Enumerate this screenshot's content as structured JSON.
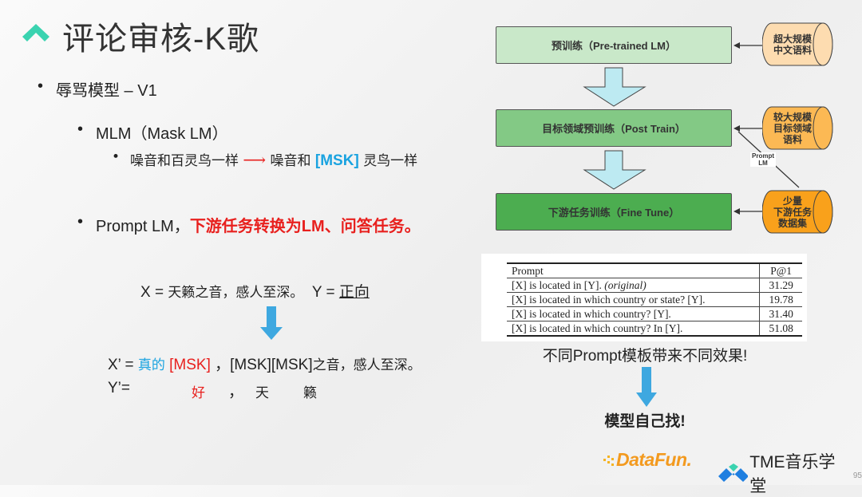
{
  "title": "评论审核-K歌",
  "bullets": {
    "b1": "辱骂模型 – V1",
    "b2": "MLM（Mask LM）",
    "b3_a": "噪音和百灵鸟一样",
    "b3_arrow": "⟶",
    "b3_b": "噪音和",
    "b3_msk": "[MSK]",
    "b3_c": "灵鸟一样",
    "b4_a": "Prompt LM，",
    "b4_b": "下游任务转换为LM、问答任务。"
  },
  "example": {
    "x_label": "X = ",
    "x_text": "天籁之音，感人至深。",
    "y_label": "Y = ",
    "y_value": "正向",
    "xp_label": "X’ = ",
    "xp_prompt": "真的",
    "xp_msk": "[MSK]",
    "xp_rest1": "，[MSK][MSK]",
    "xp_rest2": "之音，感人至深。",
    "yp_label": "Y’=",
    "yp_1": "好",
    "yp_2": "，",
    "yp_3": "天",
    "yp_4": "籁"
  },
  "diagram": {
    "stages": [
      "预训练（Pre-trained LM）",
      "目标领域预训练（Post Train）",
      "下游任务训练（Fine Tune）"
    ],
    "sources": [
      [
        "超大规模",
        "中文语料"
      ],
      [
        "较大规模",
        "目标领域",
        "语料"
      ],
      [
        "少量",
        "下游任务",
        "数据集"
      ]
    ],
    "prompt_label": [
      "Prompt",
      "LM"
    ],
    "stage_colors": [
      "#c9e8c9",
      "#83c985",
      "#4cad50"
    ],
    "source_colors": [
      "#fddcb0",
      "#fcb954",
      "#f9a11b"
    ]
  },
  "table": {
    "headers": [
      "Prompt",
      "P@1"
    ],
    "rows": [
      {
        "prompt": "[X] is located in [Y]. ",
        "note": "(original)",
        "p1": "31.29"
      },
      {
        "prompt": "[X] is located in which country or state? [Y].",
        "note": "",
        "p1": "19.78"
      },
      {
        "prompt": "[X] is located in which country? [Y].",
        "note": "",
        "p1": "31.40"
      },
      {
        "prompt": "[X] is located in which country? In [Y].",
        "note": "",
        "p1": "51.08"
      }
    ]
  },
  "caption": "不同Prompt模板带来不同效果!",
  "conclusion": "模型自己找!",
  "footer": {
    "datafun": "DataFun.",
    "tme": "TME音乐学堂",
    "page": "95"
  }
}
